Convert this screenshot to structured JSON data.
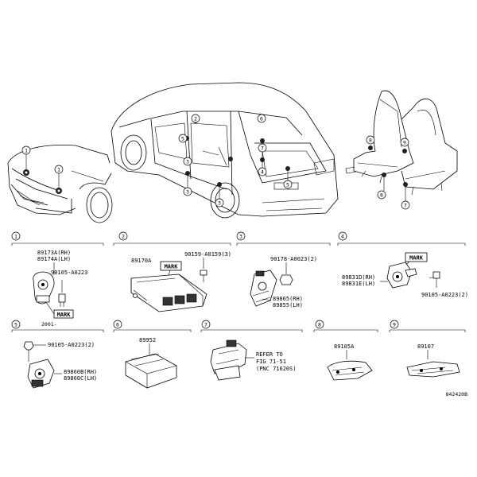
{
  "overview": {
    "markers_front": [
      "1",
      "1"
    ],
    "markers_body": [
      "2",
      "5",
      "3",
      "4",
      "6",
      "7",
      "5",
      "3"
    ],
    "markers_seat": [
      "8",
      "8",
      "9",
      "7"
    ]
  },
  "cells": [
    {
      "num": "1",
      "parts": [
        "89173A(RH)",
        "89174A(LH)",
        "90105-A0223",
        "MARK",
        "2001-"
      ]
    },
    {
      "num": "2",
      "parts": [
        "89170A",
        "90159-A0159(3)",
        "MARK"
      ]
    },
    {
      "num": "3",
      "parts": [
        "90178-A0023(2)",
        "89865(RH)",
        "89855(LH)"
      ]
    },
    {
      "num": "4",
      "parts": [
        "89831D(RH)",
        "89831E(LH)",
        "MARK",
        "90105-A0223(2)"
      ]
    },
    {
      "num": "5",
      "parts": [
        "90105-A0223(2)",
        "89860B(RH)",
        "89860C(LH)"
      ]
    },
    {
      "num": "6",
      "parts": [
        "89952"
      ]
    },
    {
      "num": "7",
      "parts": [
        "REFER TO",
        "FIG 71-51",
        "(PNC 71620S)"
      ]
    },
    {
      "num": "8",
      "parts": [
        "89105A"
      ]
    },
    {
      "num": "9",
      "parts": [
        "89107"
      ]
    }
  ],
  "drawing_code": "842420B"
}
